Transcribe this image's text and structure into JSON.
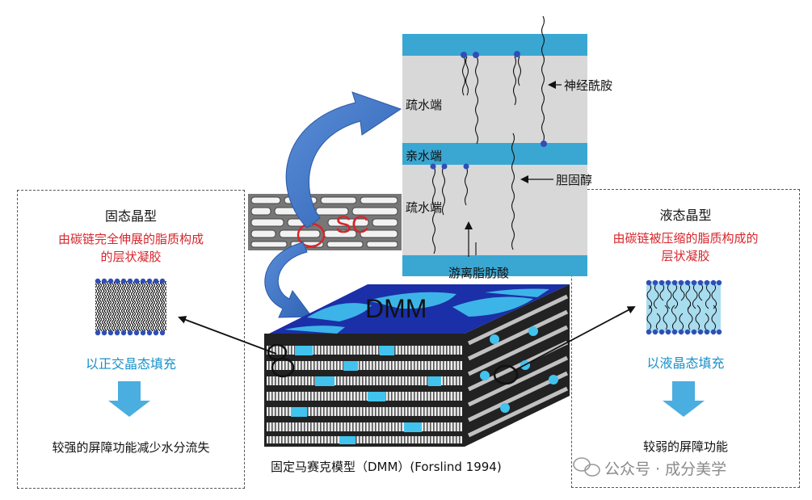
{
  "left_panel": {
    "title": "固态晶型",
    "desc_line1": "由碳链完全伸展的脂质构成",
    "desc_line2": "的层状凝胶",
    "fill_label": "以正交晶态填充",
    "result": "较强的屏障功能减少水分流失"
  },
  "right_panel": {
    "title": "液态晶型",
    "desc_line1": "由碳链被压缩的脂质构成的",
    "desc_line2": "层状凝胶",
    "fill_label": "以液晶态填充",
    "result": "较弱的屏障功能"
  },
  "bilayer": {
    "hydrophobic_top": "疏水端",
    "hydrophilic": "亲水端",
    "hydrophobic_bottom": "疏水端",
    "ceramide": "神经酰胺",
    "cholesterol": "胆固醇",
    "free_fatty_acid": "游离脂肪酸"
  },
  "sc_label": "SC",
  "dmm_label": "DMM",
  "model_caption": "固定马赛克模型（DMM）(Forslind 1994)",
  "watermark": "公众号 · 成分美学",
  "colors": {
    "band": "#3aa7d3",
    "lipid_bg": "#d8d8d8",
    "arrow_blue": "#3f78c8",
    "red": "#d7252b",
    "accent_blue": "#1790c8",
    "dmm_dark": "#1b2fa8",
    "dmm_light": "#41c3ee"
  }
}
